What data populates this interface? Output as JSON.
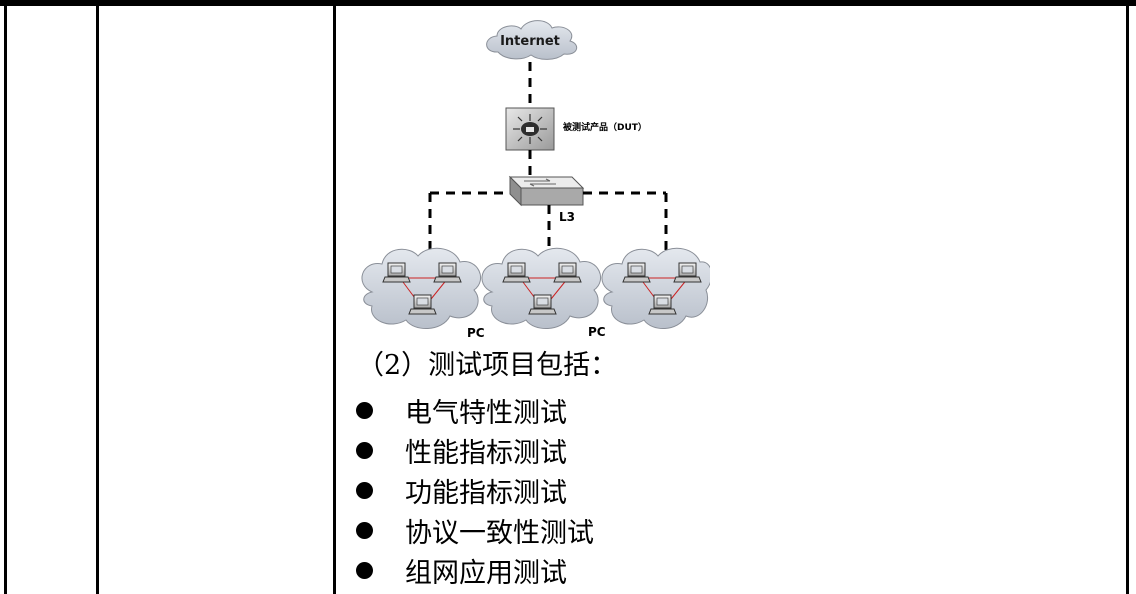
{
  "diagram": {
    "internet_label": "Internet",
    "dut_label": "被测试产品（DUT）",
    "switch_label": "L3",
    "pc_labels": [
      "PC",
      "PC"
    ]
  },
  "content": {
    "heading": "（2）测试项目包括：",
    "bullets": [
      "电气特性测试",
      "性能指标测试",
      "功能指标测试",
      "协议一致性测试",
      "组网应用测试"
    ]
  }
}
